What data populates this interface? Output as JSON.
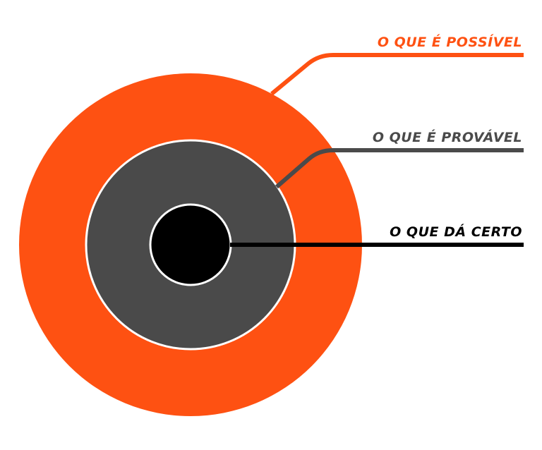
{
  "colors": {
    "outer": "#fe5112",
    "middle": "#4a4a4a",
    "inner": "#000000",
    "background": "#ffffff"
  },
  "labels": {
    "possible": "O QUE É POSSÍVEL",
    "probable": "O QUE É PROVÁVEL",
    "works": "O QUE DÁ CERTO"
  }
}
